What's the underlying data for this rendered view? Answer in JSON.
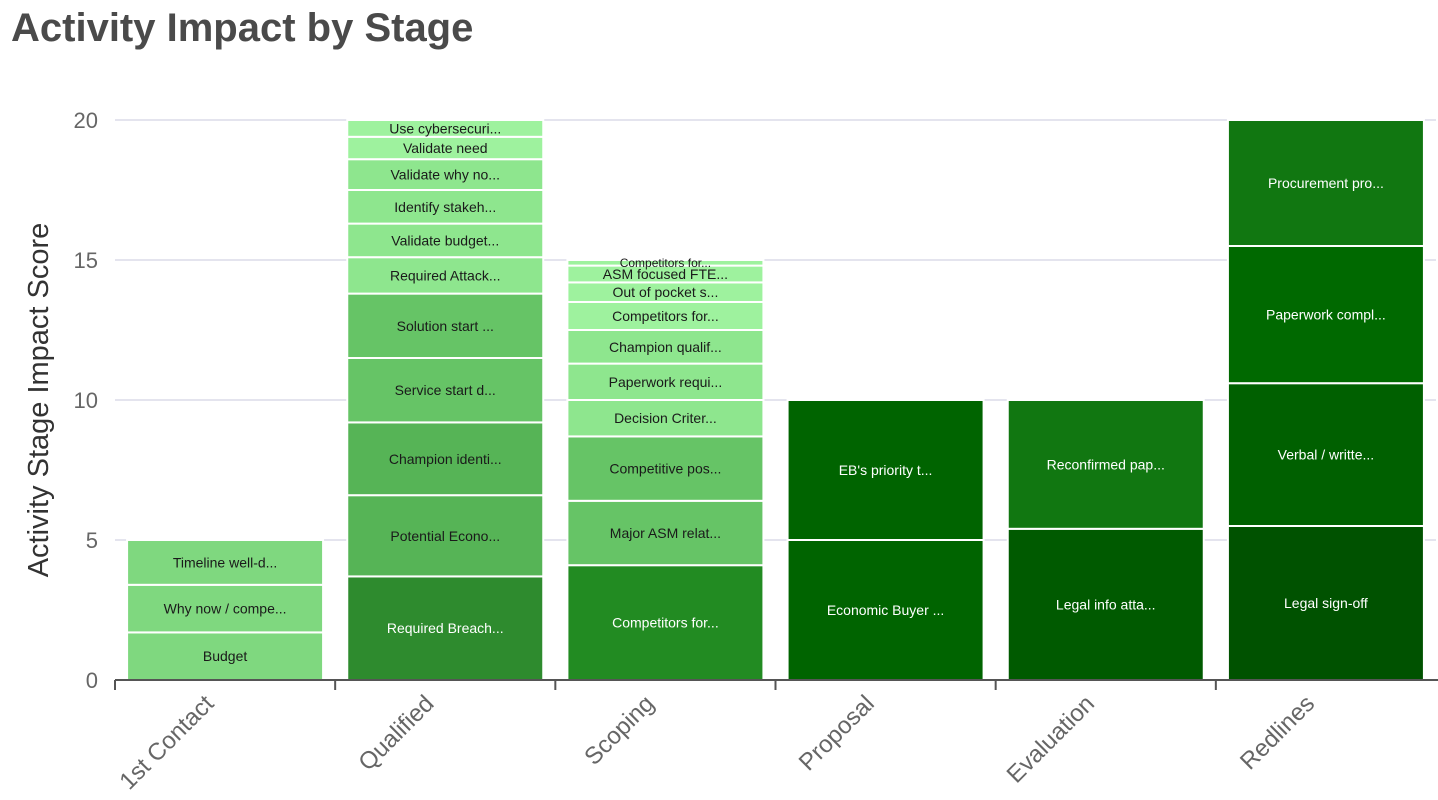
{
  "chart_data": {
    "type": "bar",
    "stacked": true,
    "title": "Activity Impact by Stage",
    "xlabel": "",
    "ylabel": "Activity Stage Impact Score",
    "ylim": [
      0,
      20
    ],
    "yticks": [
      0,
      5,
      10,
      15,
      20
    ],
    "grid": true,
    "categories": [
      "1st Contact",
      "Qualified",
      "Scoping",
      "Proposal",
      "Evaluation",
      "Redlines"
    ],
    "stacks": [
      [
        {
          "label": "Budget",
          "value": 1.7,
          "color": "#7fd87f"
        },
        {
          "label": "Why now / compe...",
          "value": 1.7,
          "color": "#7fd87f"
        },
        {
          "label": "Timeline well-d...",
          "value": 1.6,
          "color": "#7fd87f"
        }
      ],
      [
        {
          "label": "Required Breach...",
          "value": 3.7,
          "color": "#2e8b2e"
        },
        {
          "label": "Potential Econo...",
          "value": 2.9,
          "color": "#56b456"
        },
        {
          "label": "Champion identi...",
          "value": 2.6,
          "color": "#56b456"
        },
        {
          "label": "Service start d...",
          "value": 2.3,
          "color": "#66c466"
        },
        {
          "label": "Solution start ...",
          "value": 2.3,
          "color": "#66c466"
        },
        {
          "label": "Required Attack...",
          "value": 1.3,
          "color": "#8ee68e"
        },
        {
          "label": "Validate budget...",
          "value": 1.2,
          "color": "#8ee68e"
        },
        {
          "label": "Identify stakeh...",
          "value": 1.2,
          "color": "#8ee68e"
        },
        {
          "label": "Validate why no...",
          "value": 1.1,
          "color": "#8ee68e"
        },
        {
          "label": "Validate need",
          "value": 0.8,
          "color": "#9ef29e"
        },
        {
          "label": "Use cybersecuri...",
          "value": 0.6,
          "color": "#9ef29e"
        }
      ],
      [
        {
          "label": "Competitors for...",
          "value": 4.1,
          "color": "#228b22"
        },
        {
          "label": "Major ASM relat...",
          "value": 2.3,
          "color": "#66c466"
        },
        {
          "label": "Competitive pos...",
          "value": 2.3,
          "color": "#66c466"
        },
        {
          "label": "Decision Criter...",
          "value": 1.3,
          "color": "#8ee68e"
        },
        {
          "label": "Paperwork requi...",
          "value": 1.3,
          "color": "#8ee68e"
        },
        {
          "label": "Champion qualif...",
          "value": 1.2,
          "color": "#8ee68e"
        },
        {
          "label": "Competitors for...",
          "value": 1.0,
          "color": "#9ef29e"
        },
        {
          "label": "Out of pocket s...",
          "value": 0.7,
          "color": "#9ef29e"
        },
        {
          "label": "ASM focused FTE...",
          "value": 0.6,
          "color": "#9ef29e"
        },
        {
          "label": "Competitors for...",
          "value": 0.2,
          "color": "#9ef29e"
        }
      ],
      [
        {
          "label": "Economic Buyer ...",
          "value": 5.0,
          "color": "#006400"
        },
        {
          "label": "EB's priority t...",
          "value": 5.0,
          "color": "#006400"
        }
      ],
      [
        {
          "label": "Legal info atta...",
          "value": 5.4,
          "color": "#005a00"
        },
        {
          "label": "Reconfirmed pap...",
          "value": 4.6,
          "color": "#117711"
        }
      ],
      [
        {
          "label": "Legal sign-off",
          "value": 5.5,
          "color": "#005200"
        },
        {
          "label": "Verbal / writte...",
          "value": 5.1,
          "color": "#006000"
        },
        {
          "label": "Paperwork compl...",
          "value": 4.9,
          "color": "#006900"
        },
        {
          "label": "Procurement pro...",
          "value": 4.5,
          "color": "#117711"
        }
      ]
    ]
  }
}
